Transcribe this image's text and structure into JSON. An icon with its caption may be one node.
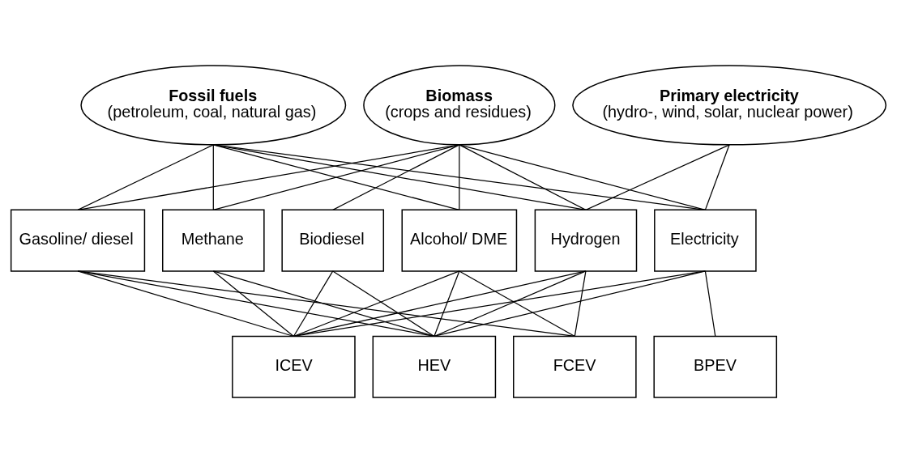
{
  "diagram": {
    "nodes": [
      {
        "text": [
          "Fossil fuels",
          "(petroleum, coal, natural gas)"
        ]
      },
      {
        "text": [
          "Biomass",
          "(crops and residues)"
        ]
      },
      {
        "text": [
          "Primary electricity",
          "(hydro-, wind, solar, nuclear power)"
        ]
      },
      {
        "text": [
          "Gasoline/ diesel"
        ]
      },
      {
        "text": [
          "Methane"
        ]
      },
      {
        "text": [
          "Biodiesel"
        ]
      },
      {
        "text": [
          "Alcohol/ DME"
        ]
      },
      {
        "text": [
          "Hydrogen"
        ]
      },
      {
        "text": [
          "Electricity"
        ]
      },
      {
        "text": [
          "ICEV"
        ]
      },
      {
        "text": [
          "HEV"
        ]
      },
      {
        "text": [
          "FCEV"
        ]
      },
      {
        "text": [
          "BPEV"
        ]
      }
    ],
    "edges": [
      {
        "from": 0,
        "to": 3,
        "arrow": "none"
      },
      {
        "from": 0,
        "to": 4,
        "arrow": "none"
      },
      {
        "from": 0,
        "to": 6,
        "arrow": "none"
      },
      {
        "from": 0,
        "to": 7,
        "arrow": "none"
      },
      {
        "from": 0,
        "to": 8,
        "arrow": "none"
      },
      {
        "from": 1,
        "to": 3,
        "arrow": "none"
      },
      {
        "from": 1,
        "to": 4,
        "arrow": "none"
      },
      {
        "from": 1,
        "to": 5,
        "arrow": "none"
      },
      {
        "from": 1,
        "to": 6,
        "arrow": "none"
      },
      {
        "from": 1,
        "to": 7,
        "arrow": "none"
      },
      {
        "from": 1,
        "to": 8,
        "arrow": "none"
      },
      {
        "from": 2,
        "to": 7,
        "arrow": "none"
      },
      {
        "from": 2,
        "to": 8,
        "arrow": "none"
      },
      {
        "from": 3,
        "to": 9,
        "arrow": "none"
      },
      {
        "from": 3,
        "to": 10,
        "arrow": "none"
      },
      {
        "from": 3,
        "to": 11,
        "arrow": "none"
      },
      {
        "from": 4,
        "to": 9,
        "arrow": "none"
      },
      {
        "from": 4,
        "to": 10,
        "arrow": "none"
      },
      {
        "from": 5,
        "to": 9,
        "arrow": "none"
      },
      {
        "from": 5,
        "to": 10,
        "arrow": "none"
      },
      {
        "from": 6,
        "to": 9,
        "arrow": "none"
      },
      {
        "from": 6,
        "to": 10,
        "arrow": "none"
      },
      {
        "from": 6,
        "to": 11,
        "arrow": "none"
      },
      {
        "from": 7,
        "to": 9,
        "arrow": "none"
      },
      {
        "from": 7,
        "to": 10,
        "arrow": "none"
      },
      {
        "from": 7,
        "to": 11,
        "arrow": "none"
      },
      {
        "from": 8,
        "to": 9,
        "arrow": "none"
      },
      {
        "from": 8,
        "to": 10,
        "arrow": "none"
      },
      {
        "from": 8,
        "to": 12,
        "arrow": "none"
      }
    ]
  }
}
